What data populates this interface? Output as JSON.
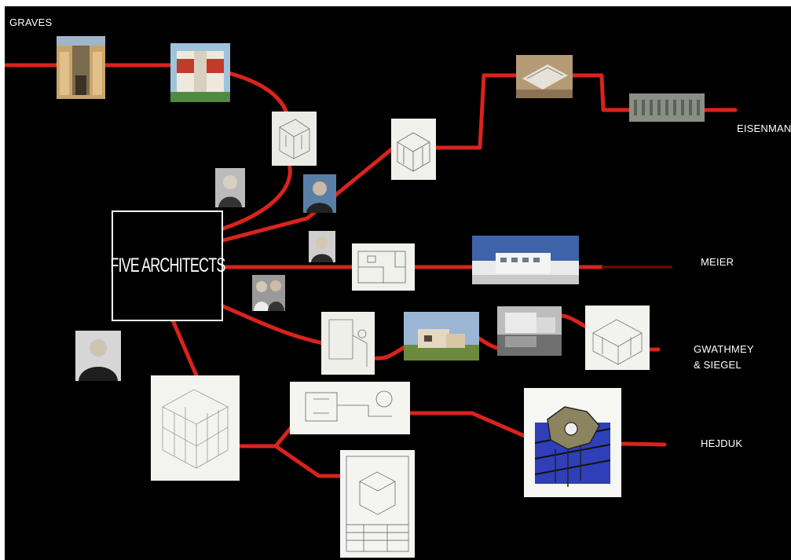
{
  "center": {
    "title": "FIVE ARCHITECTS"
  },
  "architects": {
    "graves": "GRAVES",
    "eisenman": "EISENMAN",
    "meier": "MEIER",
    "gwathmey_line1": "GWATHMEY",
    "gwathmey_line2": "& SIEGEL",
    "hejduk": "HEJDUK"
  },
  "colors": {
    "background": "#000000",
    "line": "#d9231c",
    "text": "#ffffff"
  },
  "icons": {
    "portraits": [
      "portrait-graves",
      "portrait-eisenman",
      "portrait-meier",
      "portrait-gwathmey-siegel",
      "portrait-hejduk"
    ],
    "images": [
      "building-photo",
      "axonometric-drawing",
      "plan-drawing",
      "aerial-photo"
    ]
  }
}
